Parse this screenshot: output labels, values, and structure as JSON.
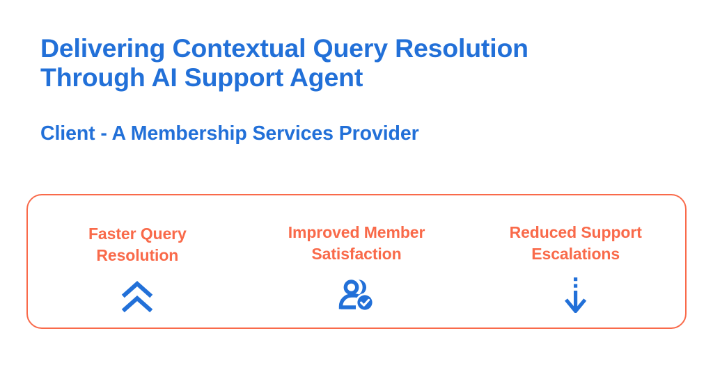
{
  "slide": {
    "background_color": "#ffffff",
    "accent_blue": "#2270d8",
    "accent_orange": "#f96a4a"
  },
  "header": {
    "title": "Delivering Contextual Query Resolution\nThrough AI Support Agent",
    "subtitle": "Client - A Membership Services Provider"
  },
  "benefits_card": {
    "border_color": "#f96a4a",
    "items": [
      {
        "title": "Faster Query\nResolution",
        "icon": "double-chevron-up-icon",
        "icon_color": "#2270d8"
      },
      {
        "title": "Improved Member\nSatisfaction",
        "icon": "member-verified-icon",
        "icon_color": "#2270d8"
      },
      {
        "title": "Reduced Support\nEscalations",
        "icon": "dashed-arrow-down-icon",
        "icon_color": "#2270d8"
      }
    ]
  }
}
